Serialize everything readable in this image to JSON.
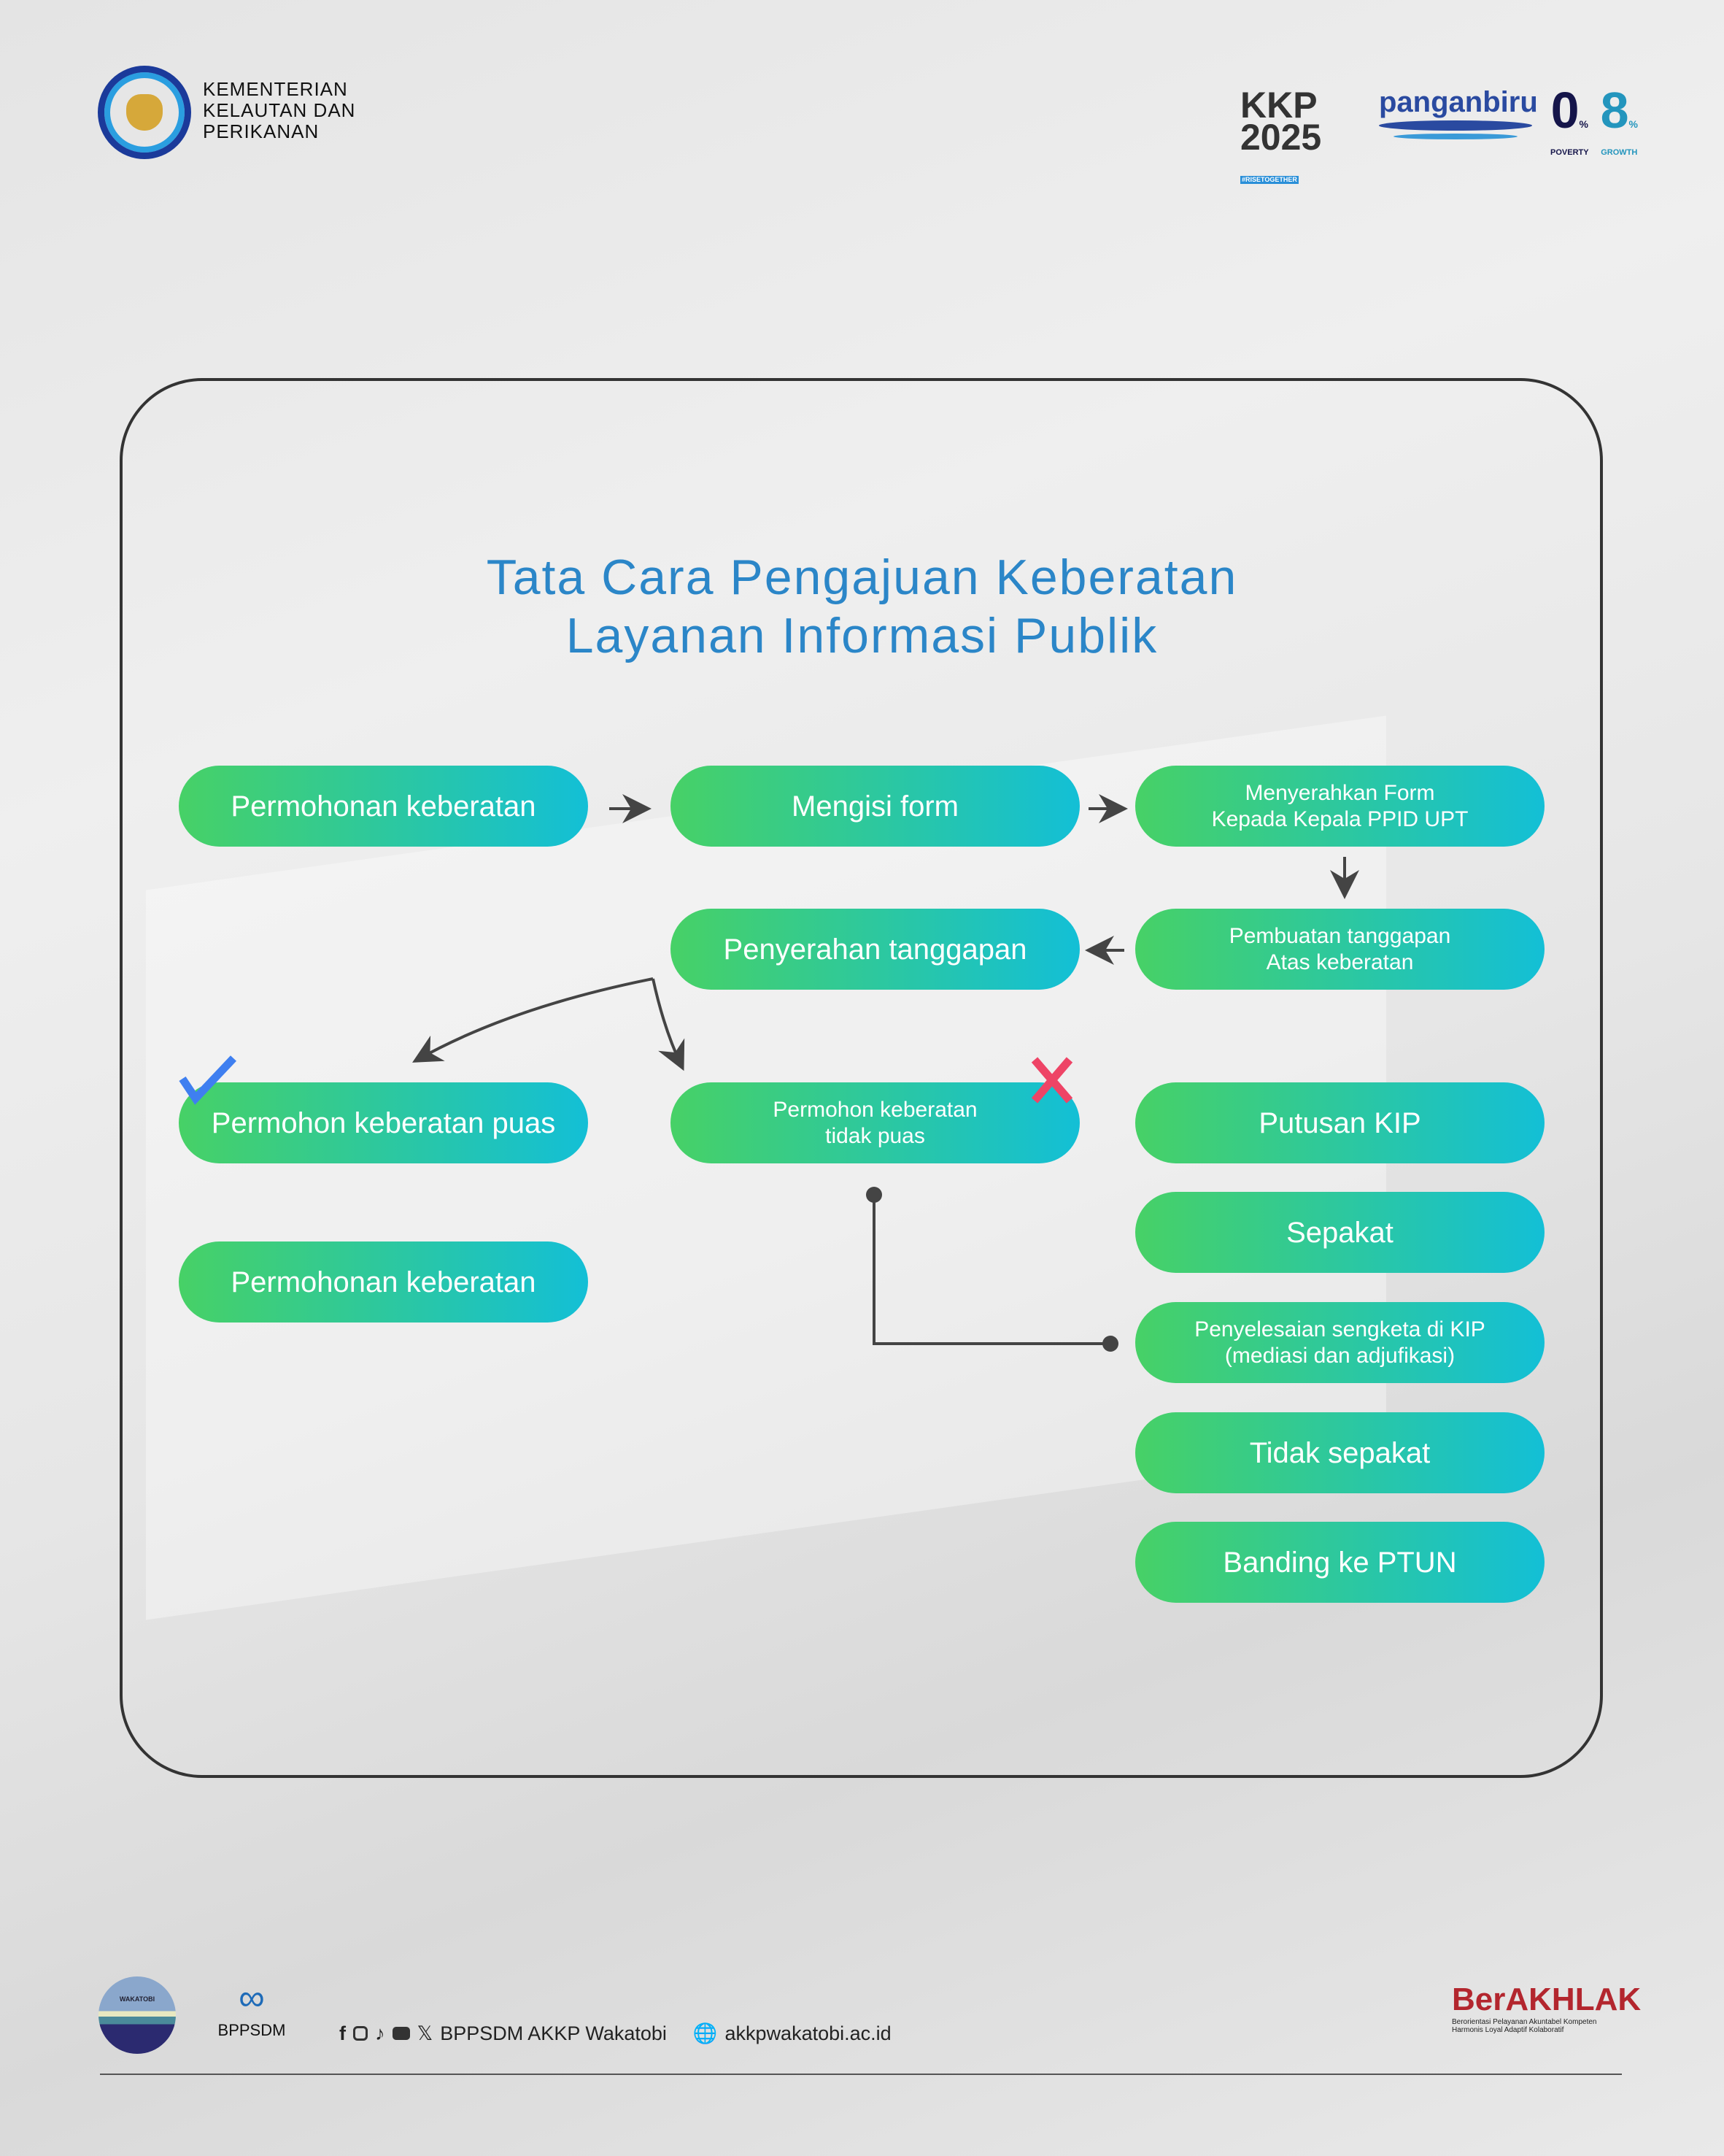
{
  "header": {
    "ministry_lines": [
      "KEMENTERIAN",
      "KELAUTAN DAN",
      "PERIKANAN"
    ],
    "logos": {
      "kkp": "KKP 2025",
      "kkp_tag": "#RISETOGETHER",
      "panganbiru": "panganbiru",
      "poverty": "0",
      "poverty_label": "POVERTY",
      "growth": "8",
      "growth_label": "GROWTH",
      "percent": "%"
    }
  },
  "title": {
    "line1": "Tata Cara Pengajuan Keberatan",
    "line2": "Layanan Informasi Publik"
  },
  "steps": {
    "permohonan_keberatan": "Permohonan keberatan",
    "mengisi_form": "Mengisi form",
    "menyerahkan_form": [
      "Menyerahkan Form",
      "Kepada Kepala PPID UPT"
    ],
    "pembuatan_tanggapan": [
      "Pembuatan tanggapan",
      "Atas keberatan"
    ],
    "penyerahan_tanggapan": "Penyerahan tanggapan",
    "puas": "Permohon keberatan puas",
    "tidak_puas": [
      "Permohon keberatan",
      "tidak puas"
    ],
    "putusan_kip": "Putusan KIP",
    "sepakat": "Sepakat",
    "permohonan_keberatan_2": "Permohonan keberatan",
    "penyelesaian": [
      "Penyelesaian sengketa di KIP",
      "(mediasi dan adjufikasi)"
    ],
    "tidak_sepakat": "Tidak sepakat",
    "banding": "Banding ke PTUN"
  },
  "colors": {
    "gradient_start": "#47d166",
    "gradient_end": "#13bfd6",
    "title": "#2b86c8",
    "check": "#3f7ff0",
    "cross": "#ee4466"
  },
  "footer": {
    "wakatobi_logo": "WAKATOBI",
    "bppsdm_logo": "BPPSDM",
    "social_handle": "BPPSDM AKKP Wakatobi",
    "website": "akkpwakatobi.ac.id",
    "berakhlak": "BerAKHLAK",
    "berakhlak_line1": "Berorientasi Pelayanan Akuntabel Kompeten",
    "berakhlak_line2": "Harmonis Loyal Adaptif Kolaboratif"
  }
}
